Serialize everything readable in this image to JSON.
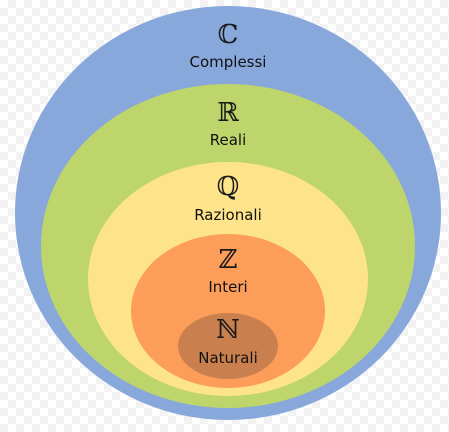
{
  "sets": [
    {
      "symbol": "ℂ",
      "label": "Complessi",
      "color": "#88a8dc"
    },
    {
      "symbol": "ℝ",
      "label": "Reali",
      "color": "#bdd56a"
    },
    {
      "symbol": "ℚ",
      "label": "Razionali",
      "color": "#fde48a"
    },
    {
      "symbol": "ℤ",
      "label": "Interi",
      "color": "#fc9d5a"
    },
    {
      "symbol": "ℕ",
      "label": "Naturali",
      "color": "#c9804e"
    }
  ]
}
